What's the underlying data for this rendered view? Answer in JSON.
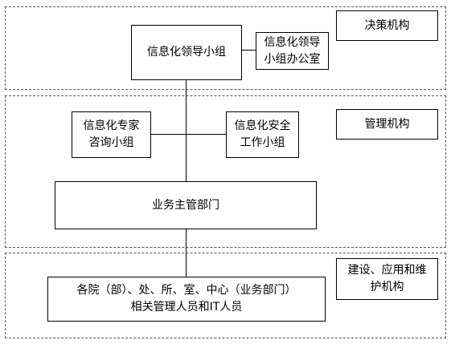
{
  "tiers": {
    "decision": {
      "label": "决策机构"
    },
    "management": {
      "label": "管理机构"
    },
    "implementation": {
      "label": "建设、应用和维\n护机构"
    }
  },
  "nodes": {
    "leadership_group": "信息化领导小组",
    "leadership_office": "信息化领导\n小组办公室",
    "expert_group": "信息化专家\n咨询小组",
    "security_group": "信息化安全\n工作小组",
    "business_dept": "业务主管部门",
    "departments_staff": "各院（部）、处、所、室、中心（业务部门）\n相关管理人员和IT人员"
  }
}
